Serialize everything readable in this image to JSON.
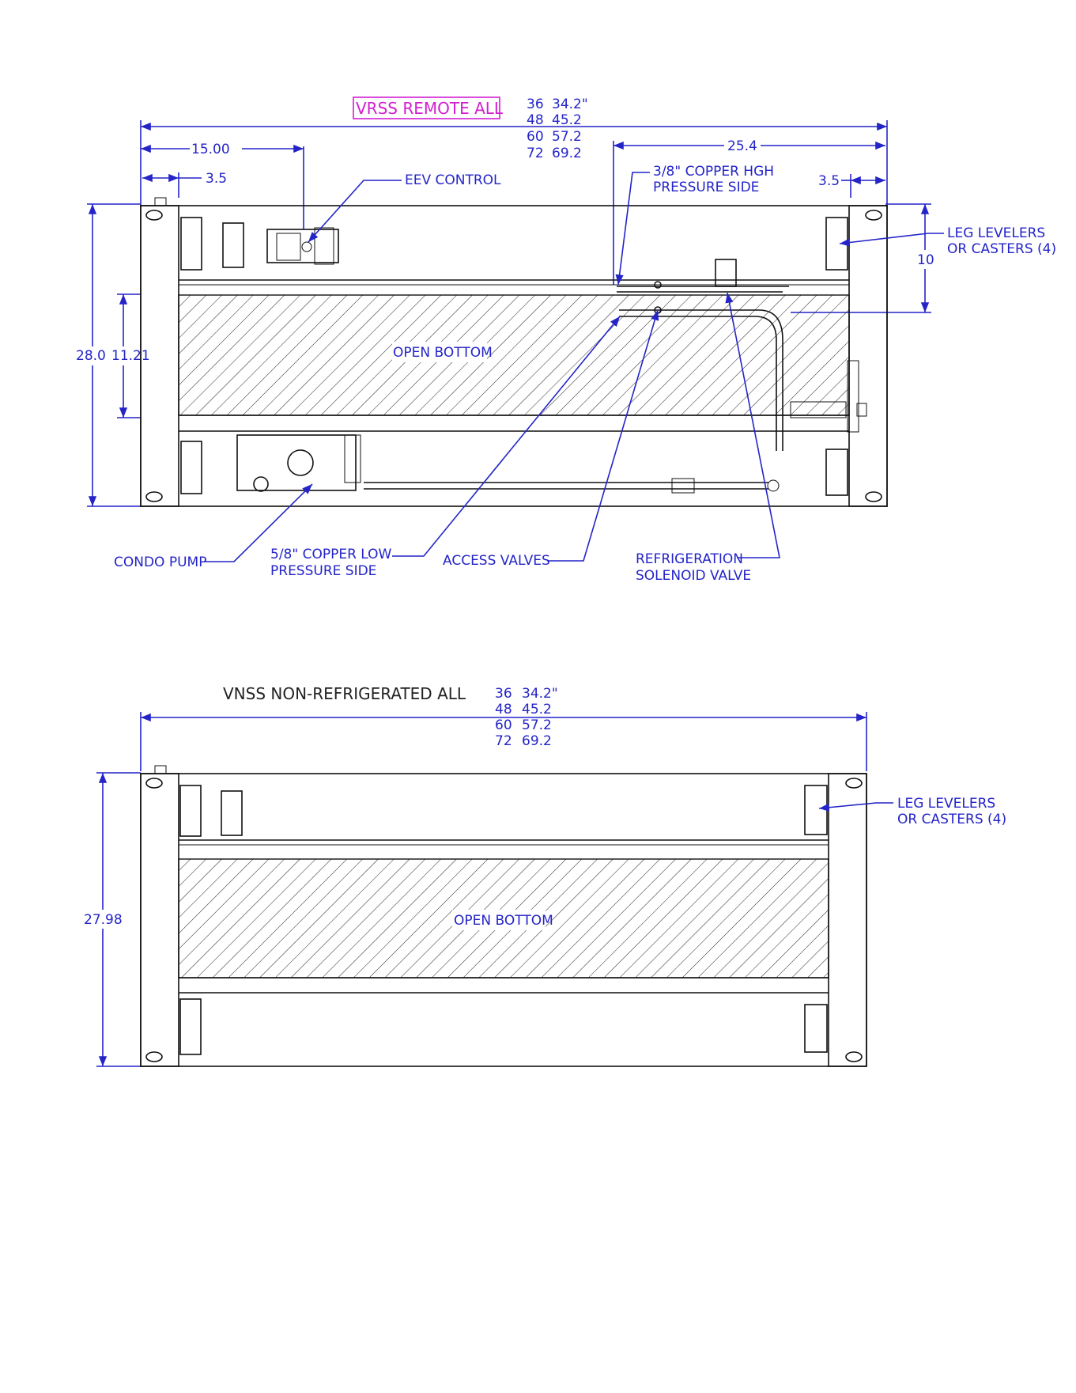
{
  "top_view": {
    "title": "VRSS REMOTE ALL",
    "size_table": [
      {
        "model": "36",
        "length": "34.2\""
      },
      {
        "model": "48",
        "length": "45.2"
      },
      {
        "model": "60",
        "length": "57.2"
      },
      {
        "model": "72",
        "length": "69.2"
      }
    ],
    "dimensions": {
      "left_offset": "15.00",
      "left_end": "3.5",
      "right_offset": "25.4",
      "right_end": "3.5",
      "overall_depth": "28.0",
      "inner_depth": "11.21",
      "leg_offset": "10"
    },
    "center_label": "OPEN BOTTOM",
    "callouts": {
      "eev_control": "EEV CONTROL",
      "copper_high": [
        "3/8\" COPPER HGH",
        "PRESSURE SIDE"
      ],
      "leg_levelers": [
        "LEG LEVELERS",
        "OR CASTERS (4)"
      ],
      "condo_pump": "CONDO PUMP",
      "copper_low": [
        "5/8\" COPPER LOW",
        "PRESSURE SIDE"
      ],
      "access_valves": "ACCESS VALVES",
      "solenoid": [
        "REFRIGERATION",
        "SOLENOID VALVE"
      ]
    }
  },
  "bottom_view": {
    "title": "VNSS NON-REFRIGERATED ALL",
    "size_table": [
      {
        "model": "36",
        "length": "34.2\""
      },
      {
        "model": "48",
        "length": "45.2"
      },
      {
        "model": "60",
        "length": "57.2"
      },
      {
        "model": "72",
        "length": "69.2"
      }
    ],
    "overall_depth": "27.98",
    "center_label": "OPEN BOTTOM",
    "leg_levelers": [
      "LEG LEVELERS",
      "OR CASTERS (4)"
    ]
  }
}
